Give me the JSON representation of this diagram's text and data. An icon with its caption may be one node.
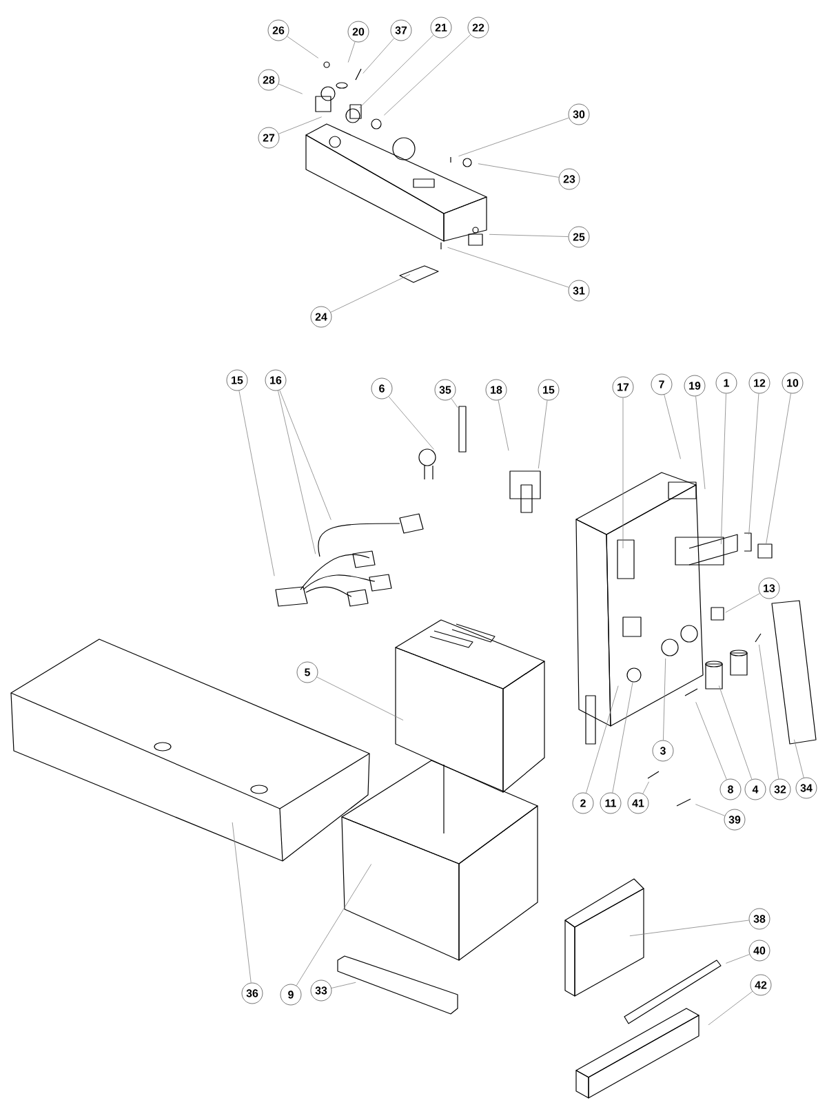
{
  "diagram": {
    "nodes": [
      {
        "text": [
          "26"
        ]
      },
      {
        "text": [
          "20"
        ]
      },
      {
        "text": [
          "37"
        ]
      },
      {
        "text": [
          "21"
        ]
      },
      {
        "text": [
          "22"
        ]
      },
      {
        "text": [
          "28"
        ]
      },
      {
        "text": [
          "30"
        ]
      },
      {
        "text": [
          "27"
        ]
      },
      {
        "text": [
          "23"
        ]
      },
      {
        "text": [
          "25"
        ]
      },
      {
        "text": [
          "31"
        ]
      },
      {
        "text": [
          "24"
        ]
      },
      {
        "text": [
          "15"
        ]
      },
      {
        "text": [
          "16"
        ]
      },
      {
        "text": [
          "6"
        ]
      },
      {
        "text": [
          "35"
        ]
      },
      {
        "text": [
          "18"
        ]
      },
      {
        "text": [
          "15"
        ]
      },
      {
        "text": [
          "17"
        ]
      },
      {
        "text": [
          "7"
        ]
      },
      {
        "text": [
          "19"
        ]
      },
      {
        "text": [
          "1"
        ]
      },
      {
        "text": [
          "12"
        ]
      },
      {
        "text": [
          "10"
        ]
      },
      {
        "text": [
          "13"
        ]
      },
      {
        "text": [
          "5"
        ]
      },
      {
        "text": [
          "3"
        ]
      },
      {
        "text": [
          "8"
        ]
      },
      {
        "text": [
          "4"
        ]
      },
      {
        "text": [
          "32"
        ]
      },
      {
        "text": [
          "34"
        ]
      },
      {
        "text": [
          "2"
        ]
      },
      {
        "text": [
          "11"
        ]
      },
      {
        "text": [
          "41"
        ]
      },
      {
        "text": [
          "39"
        ]
      },
      {
        "text": [
          "38"
        ]
      },
      {
        "text": [
          "40"
        ]
      },
      {
        "text": [
          "42"
        ]
      },
      {
        "text": [
          "33"
        ]
      },
      {
        "text": [
          "36"
        ]
      },
      {
        "text": [
          "9"
        ]
      }
    ],
    "edges": [
      {
        "from": 0,
        "to": null,
        "arrow": "none"
      },
      {
        "from": 1,
        "to": null,
        "arrow": "none"
      },
      {
        "from": 2,
        "to": null,
        "arrow": "none"
      },
      {
        "from": 3,
        "to": null,
        "arrow": "none"
      },
      {
        "from": 4,
        "to": null,
        "arrow": "none"
      },
      {
        "from": 5,
        "to": null,
        "arrow": "none"
      },
      {
        "from": 6,
        "to": null,
        "arrow": "none"
      },
      {
        "from": 7,
        "to": null,
        "arrow": "none"
      },
      {
        "from": 8,
        "to": null,
        "arrow": "none"
      },
      {
        "from": 9,
        "to": null,
        "arrow": "none"
      },
      {
        "from": 10,
        "to": null,
        "arrow": "none"
      },
      {
        "from": 11,
        "to": null,
        "arrow": "none"
      },
      {
        "from": 12,
        "to": null,
        "arrow": "none"
      },
      {
        "from": 13,
        "to": null,
        "arrow": "none"
      },
      {
        "from": 13,
        "to": null,
        "arrow": "none"
      },
      {
        "from": 14,
        "to": null,
        "arrow": "none"
      },
      {
        "from": 15,
        "to": null,
        "arrow": "none"
      },
      {
        "from": 16,
        "to": null,
        "arrow": "none"
      },
      {
        "from": 17,
        "to": null,
        "arrow": "none"
      },
      {
        "from": 18,
        "to": null,
        "arrow": "none"
      },
      {
        "from": 19,
        "to": null,
        "arrow": "none"
      },
      {
        "from": 20,
        "to": null,
        "arrow": "none"
      },
      {
        "from": 21,
        "to": null,
        "arrow": "none"
      },
      {
        "from": 22,
        "to": null,
        "arrow": "none"
      },
      {
        "from": 23,
        "to": null,
        "arrow": "none"
      },
      {
        "from": 24,
        "to": null,
        "arrow": "none"
      },
      {
        "from": 25,
        "to": null,
        "arrow": "none"
      },
      {
        "from": 26,
        "to": null,
        "arrow": "none"
      },
      {
        "from": 27,
        "to": null,
        "arrow": "none"
      },
      {
        "from": 28,
        "to": null,
        "arrow": "none"
      },
      {
        "from": 29,
        "to": null,
        "arrow": "none"
      },
      {
        "from": 30,
        "to": null,
        "arrow": "none"
      },
      {
        "from": 31,
        "to": null,
        "arrow": "none"
      },
      {
        "from": 32,
        "to": null,
        "arrow": "none"
      },
      {
        "from": 33,
        "to": null,
        "arrow": "none"
      },
      {
        "from": 34,
        "to": null,
        "arrow": "none"
      },
      {
        "from": 35,
        "to": null,
        "arrow": "none"
      },
      {
        "from": 36,
        "to": null,
        "arrow": "none"
      },
      {
        "from": 37,
        "to": null,
        "arrow": "none"
      },
      {
        "from": 38,
        "to": null,
        "arrow": "none"
      },
      {
        "from": 39,
        "to": null,
        "arrow": "none"
      },
      {
        "from": 40,
        "to": null,
        "arrow": "none"
      }
    ]
  }
}
